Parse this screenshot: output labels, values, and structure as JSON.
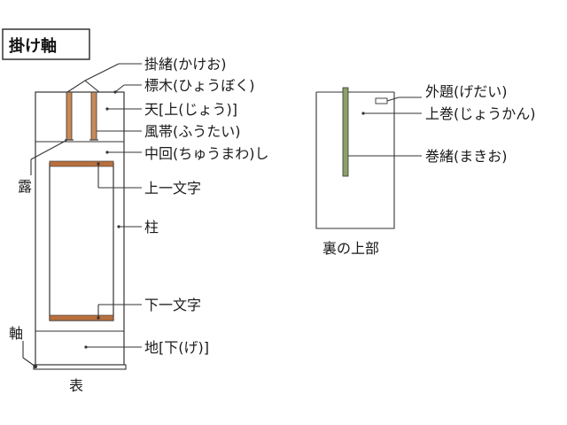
{
  "title": "掛け軸",
  "colors": {
    "line": "#333333",
    "fuutai": "#c98a58",
    "ichimonji": "#b8703f",
    "makio": "#8ea06a"
  },
  "front": {
    "caption": "表",
    "labels": {
      "kakeo": "掛緒(かけお)",
      "hyougi": "標木(ひょうぼく)",
      "ten": "天[上(じょう)]",
      "fuutai": "風帯(ふうたい)",
      "nakamawashi": "中回(ちゅうまわ)し",
      "jouichimonji": "上一文字",
      "hashira": "柱",
      "geichimonji": "下一文字",
      "chi": "地[下(げ)]",
      "tsuyu": "露",
      "jiku": "軸"
    }
  },
  "back": {
    "caption": "裏の上部",
    "labels": {
      "gedai": "外題(げだい)",
      "joukan": "上巻(じょうかん)",
      "makio": "巻緒(まきお)"
    }
  }
}
